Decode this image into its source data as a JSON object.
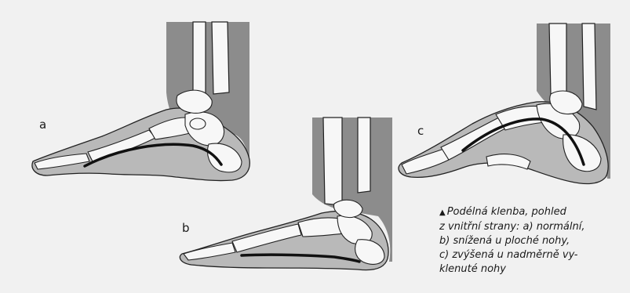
{
  "labels": {
    "a": "a",
    "b": "b",
    "c": "c"
  },
  "caption": {
    "marker": "▲",
    "lines": [
      "Podélná klenba, pohled",
      "z vnitřní strany: a) normální,",
      "b) snížená u ploché nohy,",
      "c) zvýšená u nadměrně vy-",
      "klenuté nohy"
    ]
  },
  "colors": {
    "background": "#f1f1f1",
    "shade": "#8c8c8c",
    "light_shade": "#b9b9b9",
    "bone": "#f7f7f7",
    "outline": "#222222",
    "arch_line": "#111111"
  }
}
